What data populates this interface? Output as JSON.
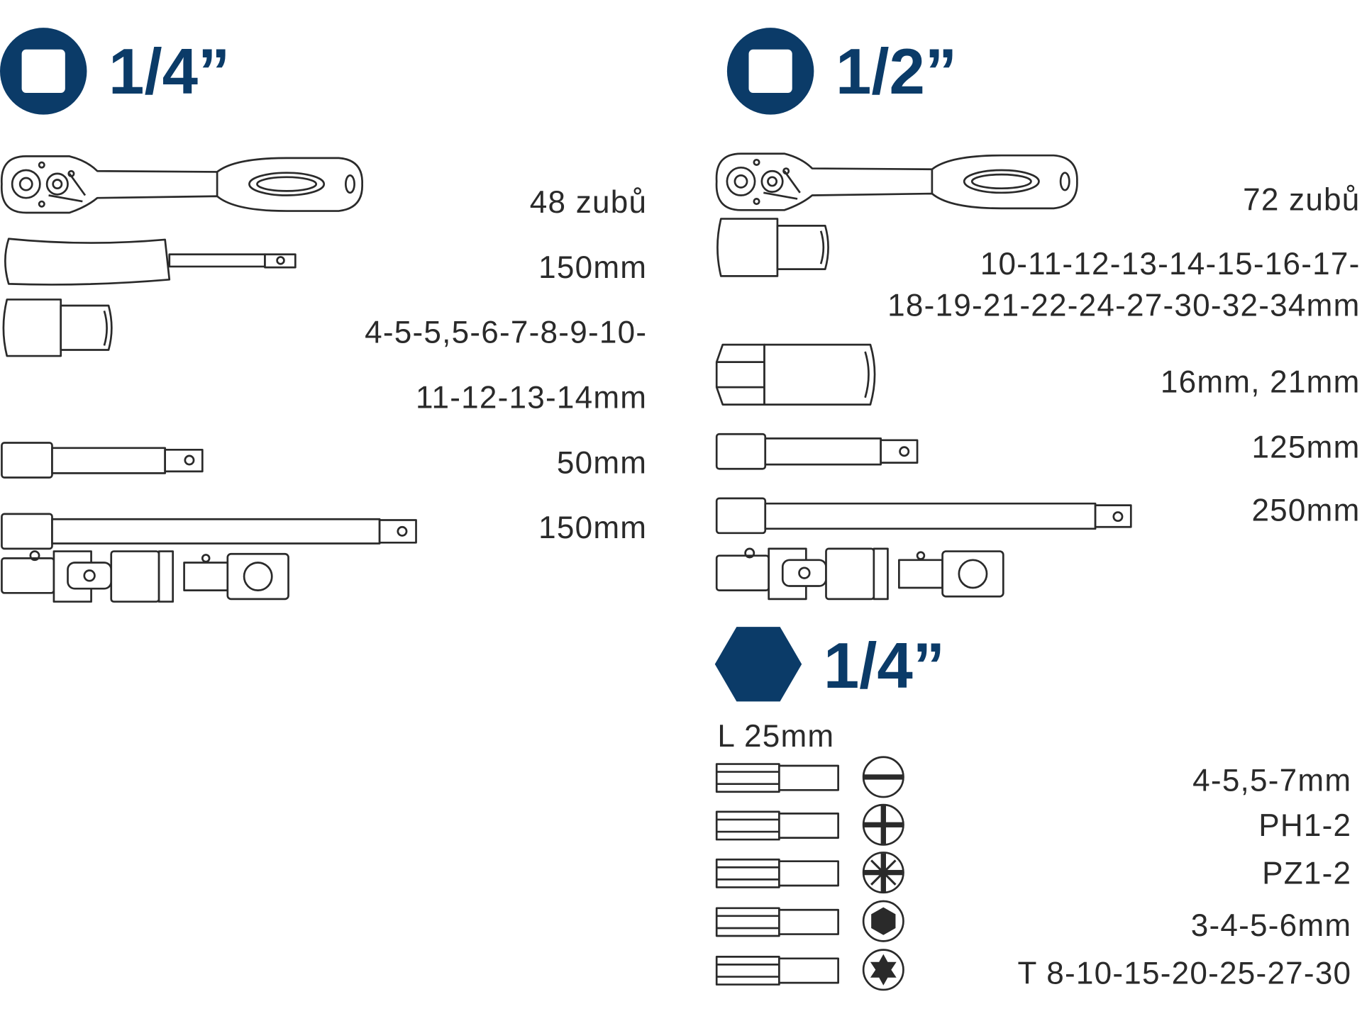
{
  "colors": {
    "accent": "#0b3b68",
    "line": "#2a2a2a"
  },
  "sections": {
    "left": {
      "title": "1/4”",
      "icon": "square-drive-icon",
      "items": [
        "48 zubů",
        "150mm",
        "4-5-5,5-6-7-8-9-10-",
        "11-12-13-14mm",
        "50mm",
        "150mm"
      ]
    },
    "right": {
      "title": "1/2”",
      "icon": "square-drive-icon",
      "items": [
        "72 zubů",
        "10-11-12-13-14-15-16-17-",
        "18-19-21-22-24-27-30-32-34mm",
        "16mm, 21mm",
        "125mm",
        "250mm"
      ]
    },
    "bits": {
      "title": "1/4”",
      "icon": "hex-drive-icon",
      "length": "L 25mm",
      "items": [
        {
          "icon": "slotted-icon",
          "label": "4-5,5-7mm"
        },
        {
          "icon": "phillips-icon",
          "label": "PH1-2"
        },
        {
          "icon": "pozidriv-icon",
          "label": "PZ1-2"
        },
        {
          "icon": "hex-key-icon",
          "label": "3-4-5-6mm"
        },
        {
          "icon": "torx-icon",
          "label": "T 8-10-15-20-25-27-30"
        }
      ]
    }
  }
}
